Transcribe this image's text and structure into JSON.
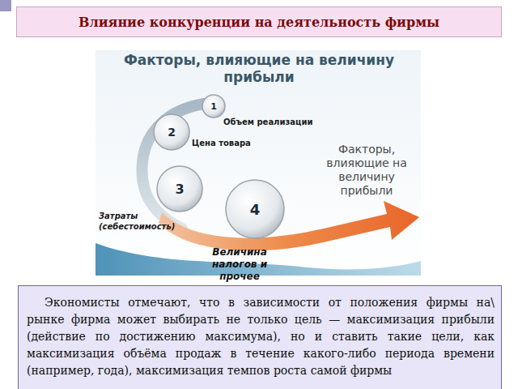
{
  "diagram": {
    "title": "Влияние конкуренции на деятельность фирмы",
    "nodes": [
      {
        "text": [
          "1"
        ]
      },
      {
        "text": [
          "2"
        ]
      },
      {
        "text": [
          "3"
        ]
      },
      {
        "text": [
          "4"
        ]
      },
      {
        "text": [
          "Экономисты отмечают, что в зависимости от положения фирмы на\\ рынке фирма может выбирать не только цель — максимизация прибыли (действие по достижению максимума), но и ставить такие цели, как максимизация объёма продаж в течение какого-либо периода времени (например, года), максимизация темпов роста самой фирмы"
        ]
      }
    ],
    "labels": [
      "Факторы, влияющие на величину  прибыли",
      "Объем реализации",
      "Цена товара",
      "Затраты (себестоимость)",
      "Величина налогов и прочее",
      "Факторы, влияющие на величину прибыли"
    ]
  }
}
